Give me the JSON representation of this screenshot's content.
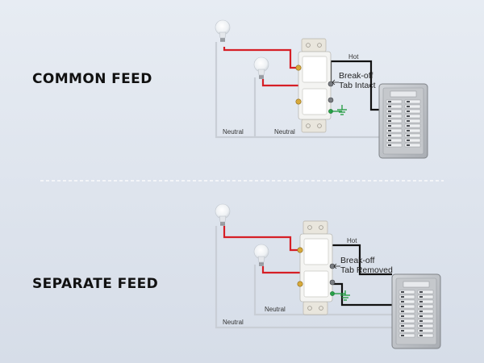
{
  "common_feed": {
    "title": "COMMON FEED",
    "hot_label": "Hot",
    "neutral_label_1": "Neutral",
    "neutral_label_2": "Neutral",
    "tab_label_line1": "Break-off",
    "tab_label_line2": "Tab Intact"
  },
  "separate_feed": {
    "title": "SEPARATE FEED",
    "hot_label": "Hot",
    "neutral_label_1": "Neutral",
    "neutral_label_2": "Neutral",
    "tab_label_line1": "Break-off",
    "tab_label_line2": "Tab Removed"
  },
  "colors": {
    "hot_wire": "#d61f26",
    "black_wire": "#111111",
    "neutral_wire": "#c9ced6",
    "ground_symbol": "#1f9a3e",
    "panel_fill": "#c0c3c8",
    "switch_fill": "#f4f4f2"
  },
  "icons": {
    "bulb": "light-bulb-icon",
    "ground": "ground-symbol-icon",
    "panel": "breaker-panel-icon",
    "switch": "double-switch-icon"
  }
}
